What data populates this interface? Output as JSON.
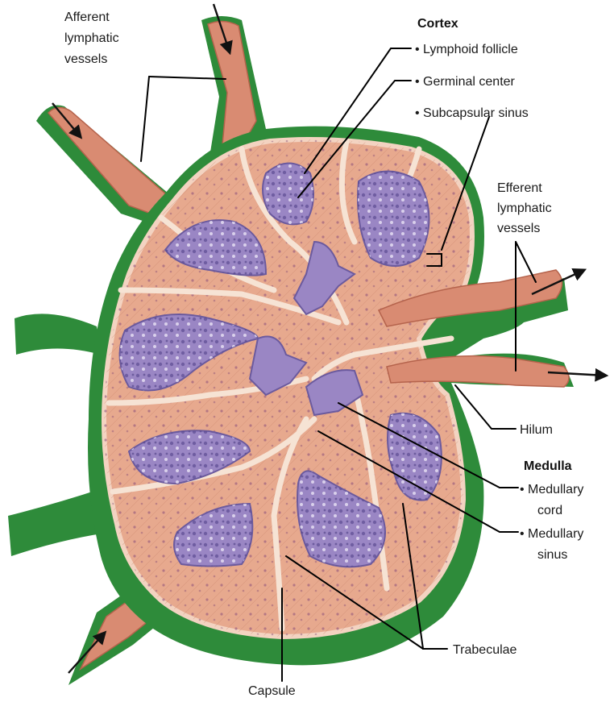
{
  "labels": {
    "afferent": [
      "Afferent",
      "lymphatic",
      "vessels"
    ],
    "cortex_heading": "Cortex",
    "lymphoid_follicle": "• Lymphoid follicle",
    "germinal_center": "• Germinal center",
    "subcapsular_sinus": "• Subcapsular sinus",
    "efferent": [
      "Efferent",
      "lymphatic",
      "vessels"
    ],
    "hilum": "Hilum",
    "medulla_heading": "Medulla",
    "medullary_cord": [
      "• Medullary",
      "cord"
    ],
    "medullary_sinus": [
      "• Medullary",
      "sinus"
    ],
    "trabeculae": "Trabeculae",
    "capsule": "Capsule"
  },
  "colors": {
    "capsule_green": "#2e8b3a",
    "capsule_dark": "#1f6b2a",
    "tissue_pink": "#e7a98e",
    "tissue_light": "#f3d3c1",
    "trabecula": "#f6e3d4",
    "follicle_purple": "#9a86c4",
    "follicle_dark": "#6b5a9e",
    "vessel_pink": "#d98b72"
  }
}
